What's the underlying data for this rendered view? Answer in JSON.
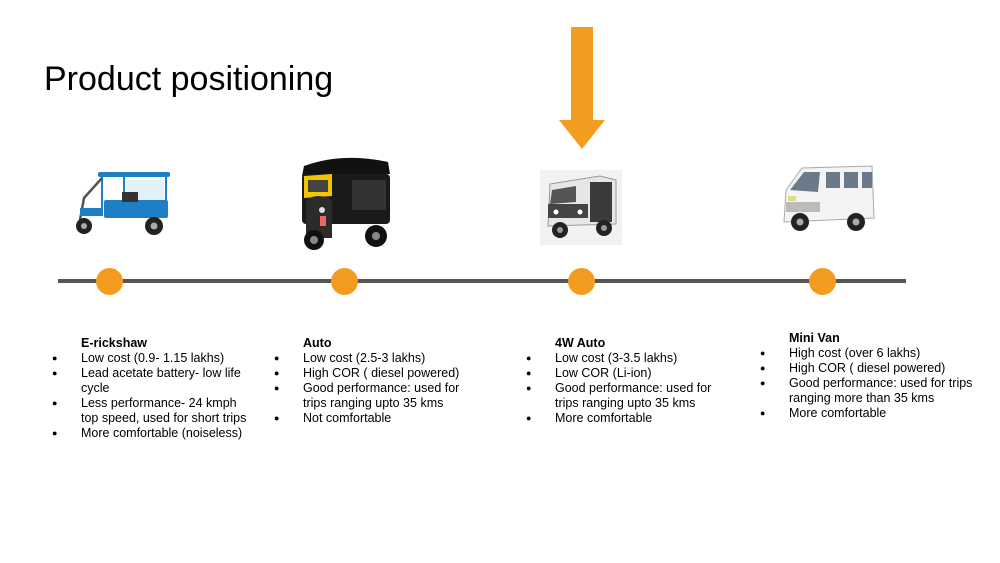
{
  "page": {
    "title": "Product positioning"
  },
  "colors": {
    "accent": "#F39C1F",
    "line": "#555555"
  },
  "products": [
    {
      "name": "E-rickshaw",
      "icon": "e-rickshaw-icon",
      "bullets": [
        "Low cost (0.9- 1.15 lakhs)",
        "Lead acetate battery- low life cycle",
        "Less performance- 24 kmph top speed, used for short trips",
        "More comfortable (noiseless)"
      ]
    },
    {
      "name": "Auto",
      "icon": "auto-rickshaw-icon",
      "bullets": [
        "Low cost (2.5-3 lakhs)",
        "High COR ( diesel powered)",
        "Good performance: used for trips ranging upto 35 kms",
        "Not comfortable"
      ]
    },
    {
      "name": "4W Auto",
      "icon": "four-wheel-auto-icon",
      "bullets": [
        "Low cost (3-3.5 lakhs)",
        "Low COR (Li-ion)",
        "Good performance: used for trips ranging upto 35 kms",
        "More comfortable"
      ]
    },
    {
      "name": "Mini Van",
      "icon": "mini-van-icon",
      "bullets": [
        "High cost (over 6 lakhs)",
        "High COR ( diesel powered)",
        "Good performance: used for trips ranging more than 35 kms",
        "More comfortable"
      ]
    }
  ]
}
